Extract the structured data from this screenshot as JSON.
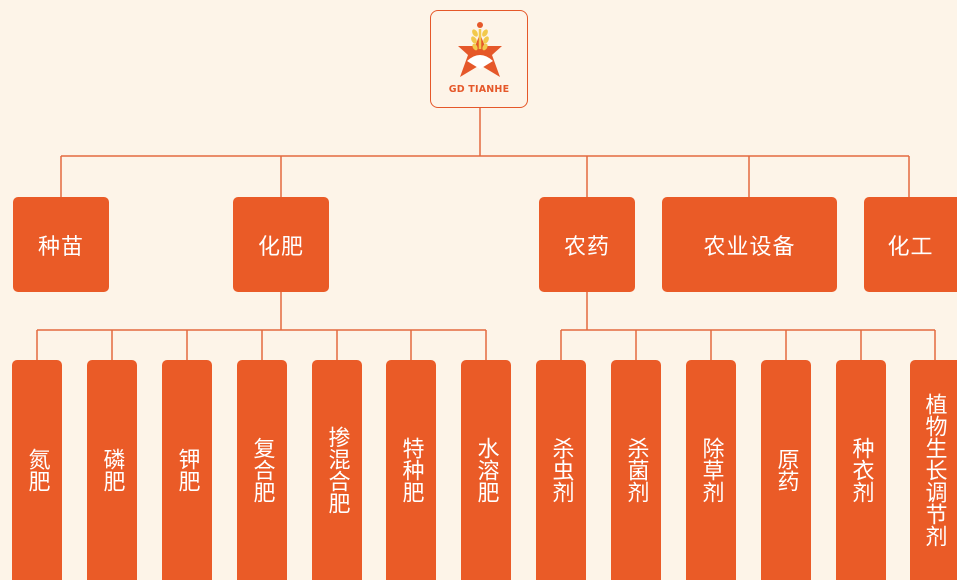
{
  "logo": {
    "text": "GD TIANHE",
    "colors": {
      "primary": "#e5582a",
      "accent": "#f2c94c"
    }
  },
  "colors": {
    "box": "#ea5b27",
    "line": "#e36a3f",
    "background": "#fdf4e8"
  },
  "categories": [
    {
      "label": "种苗"
    },
    {
      "label": "化肥"
    },
    {
      "label": "农药"
    },
    {
      "label": "农业设备"
    },
    {
      "label": "化工"
    }
  ],
  "fertilizer_items": [
    {
      "label": "氮肥"
    },
    {
      "label": "磷肥"
    },
    {
      "label": "钾肥"
    },
    {
      "label": "复合肥"
    },
    {
      "label": "掺混合肥"
    },
    {
      "label": "特种肥"
    },
    {
      "label": "水溶肥"
    }
  ],
  "pesticide_items": [
    {
      "label": "杀虫剂"
    },
    {
      "label": "杀菌剂"
    },
    {
      "label": "除草剂"
    },
    {
      "label": "原药"
    },
    {
      "label": "种衣剂"
    },
    {
      "label": "植物生长调节剂"
    }
  ]
}
